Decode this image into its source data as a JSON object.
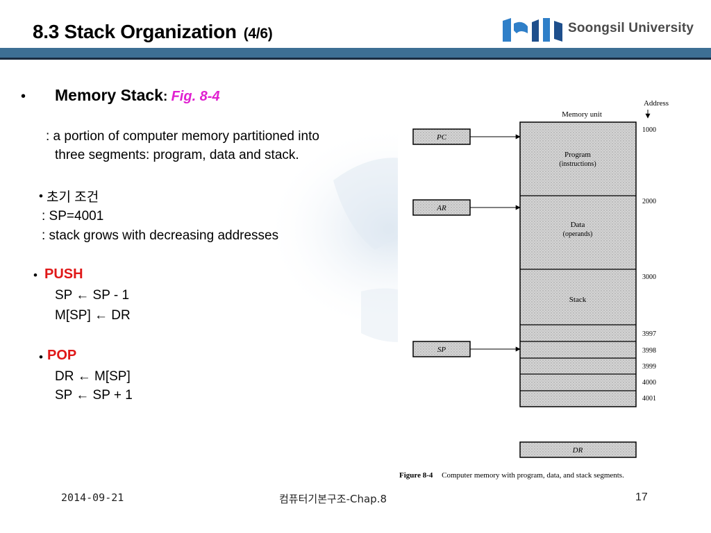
{
  "slide": {
    "title": "8.3  Stack Organization",
    "title_suffix": "(4/6)",
    "logo_text": "Soongsil University"
  },
  "content": {
    "memory_stack_label": "Memory Stack",
    "colon": ":",
    "fig_ref": "Fig. 8-4",
    "desc_line1": ": a portion of computer memory partitioned into",
    "desc_line2": "three segments: program, data and stack.",
    "init_heading": "초기 조건",
    "init_line1": ": SP=4001",
    "init_line2": ": stack grows with decreasing addresses",
    "push_label": "PUSH",
    "push_line1": "SP ← SP - 1",
    "push_line2": "M[SP] ← DR",
    "pop_label": "POP",
    "pop_line1": "DR ← M[SP]",
    "pop_line2": "SP ← SP + 1"
  },
  "diagram": {
    "memory_unit_label": "Memory unit",
    "address_label": "Address",
    "registers": [
      "PC",
      "AR",
      "SP"
    ],
    "dr_label": "DR",
    "segments": [
      {
        "line1": "Program",
        "line2": "(instructions)"
      },
      {
        "line1": "Data",
        "line2": "(operands)"
      },
      {
        "line1": "Stack",
        "line2": ""
      }
    ],
    "addresses": [
      "1000",
      "2000",
      "3000",
      "3997",
      "3998",
      "3999",
      "4000",
      "4001"
    ],
    "caption_label": "Figure 8-4",
    "caption_text": "Computer memory with program, data, and stack segments."
  },
  "footer": {
    "date": "2014-09-21",
    "course": "컴퓨터기본구조-Chap.8",
    "page": "17"
  }
}
